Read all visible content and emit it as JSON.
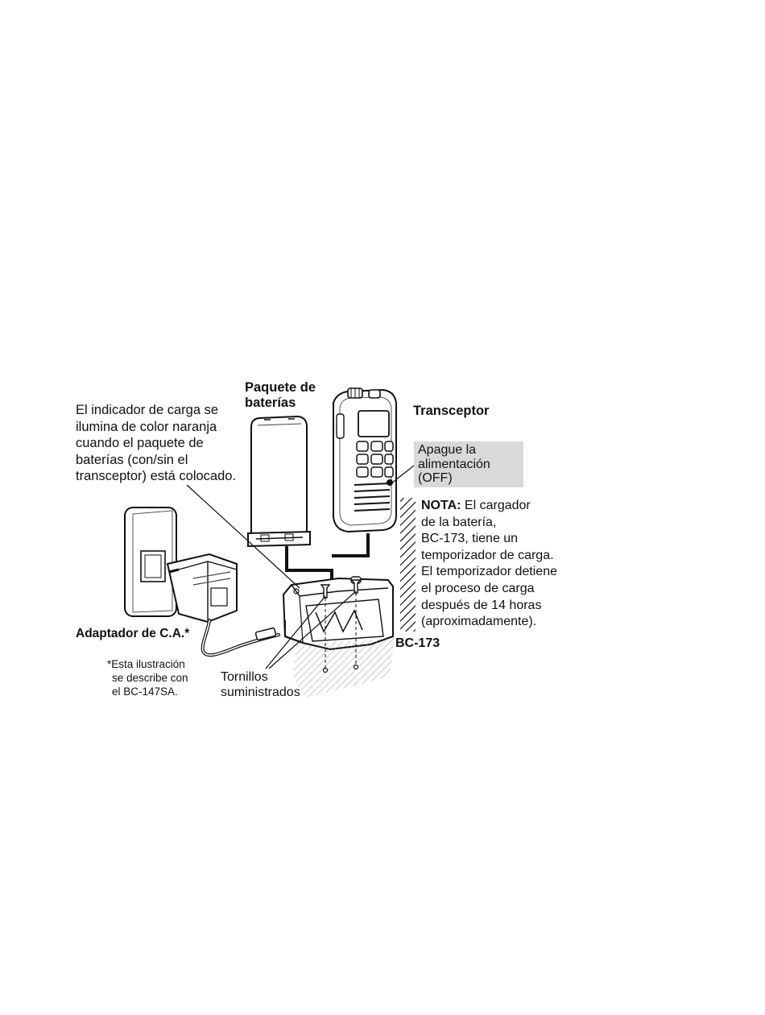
{
  "labels": {
    "paquete": [
      "Paquete de",
      "baterías"
    ],
    "transceptor": "Transceptor",
    "indicador": [
      "El indicador de carga se",
      "ilumina de color naranja",
      "cuando el paquete de",
      "baterías (con/sin el",
      "transceptor) está colocado."
    ],
    "apague": [
      "Apague la",
      "alimentación",
      "(OFF)"
    ],
    "nota_bold": "NOTA:",
    "nota_first": " El cargador",
    "nota": [
      "de la batería,",
      "BC-173, tiene un",
      "temporizador de carga.",
      "El temporizador detiene",
      "el proceso de carga",
      "después de 14 horas",
      "(aproximadamente)."
    ],
    "adaptador": "Adaptador de C.A.*",
    "esta": [
      "*Esta ilustración",
      "se describe con",
      "el BC-147SA."
    ],
    "tornillos": [
      "Tornillos",
      "suministrados"
    ],
    "bc173": "BC-173"
  },
  "colors": {
    "ink": "#111111",
    "highlight_box": "#d9d9d9",
    "paper": "#ffffff"
  }
}
